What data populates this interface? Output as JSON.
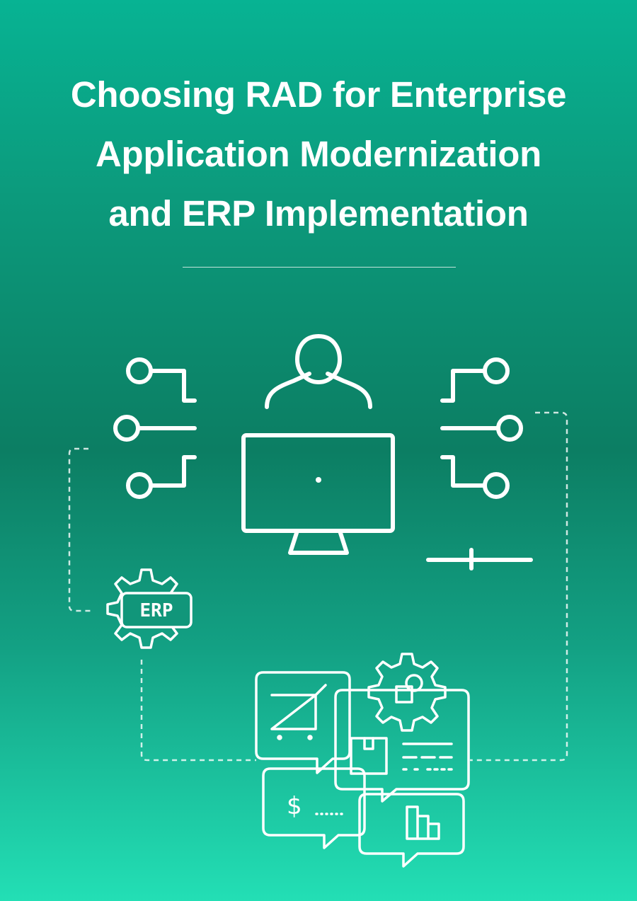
{
  "title": {
    "line1": "Choosing RAD for Enterprise",
    "line2": "Application Modernization",
    "line3": "and ERP Implementation"
  },
  "illustration": {
    "erp_label": "ERP",
    "dollar_sign": "$",
    "icons": [
      "user-icon",
      "monitor-icon",
      "node-connector-icon",
      "erp-gear-icon",
      "shopping-cart-icon",
      "gear-icon",
      "box-icon",
      "dollar-icon",
      "bar-chart-icon",
      "slider-icon"
    ]
  },
  "colors": {
    "gradient_top": "#07b393",
    "gradient_middle": "#0c7e63",
    "gradient_bottom": "#23dfb5",
    "foreground": "#ffffff"
  }
}
